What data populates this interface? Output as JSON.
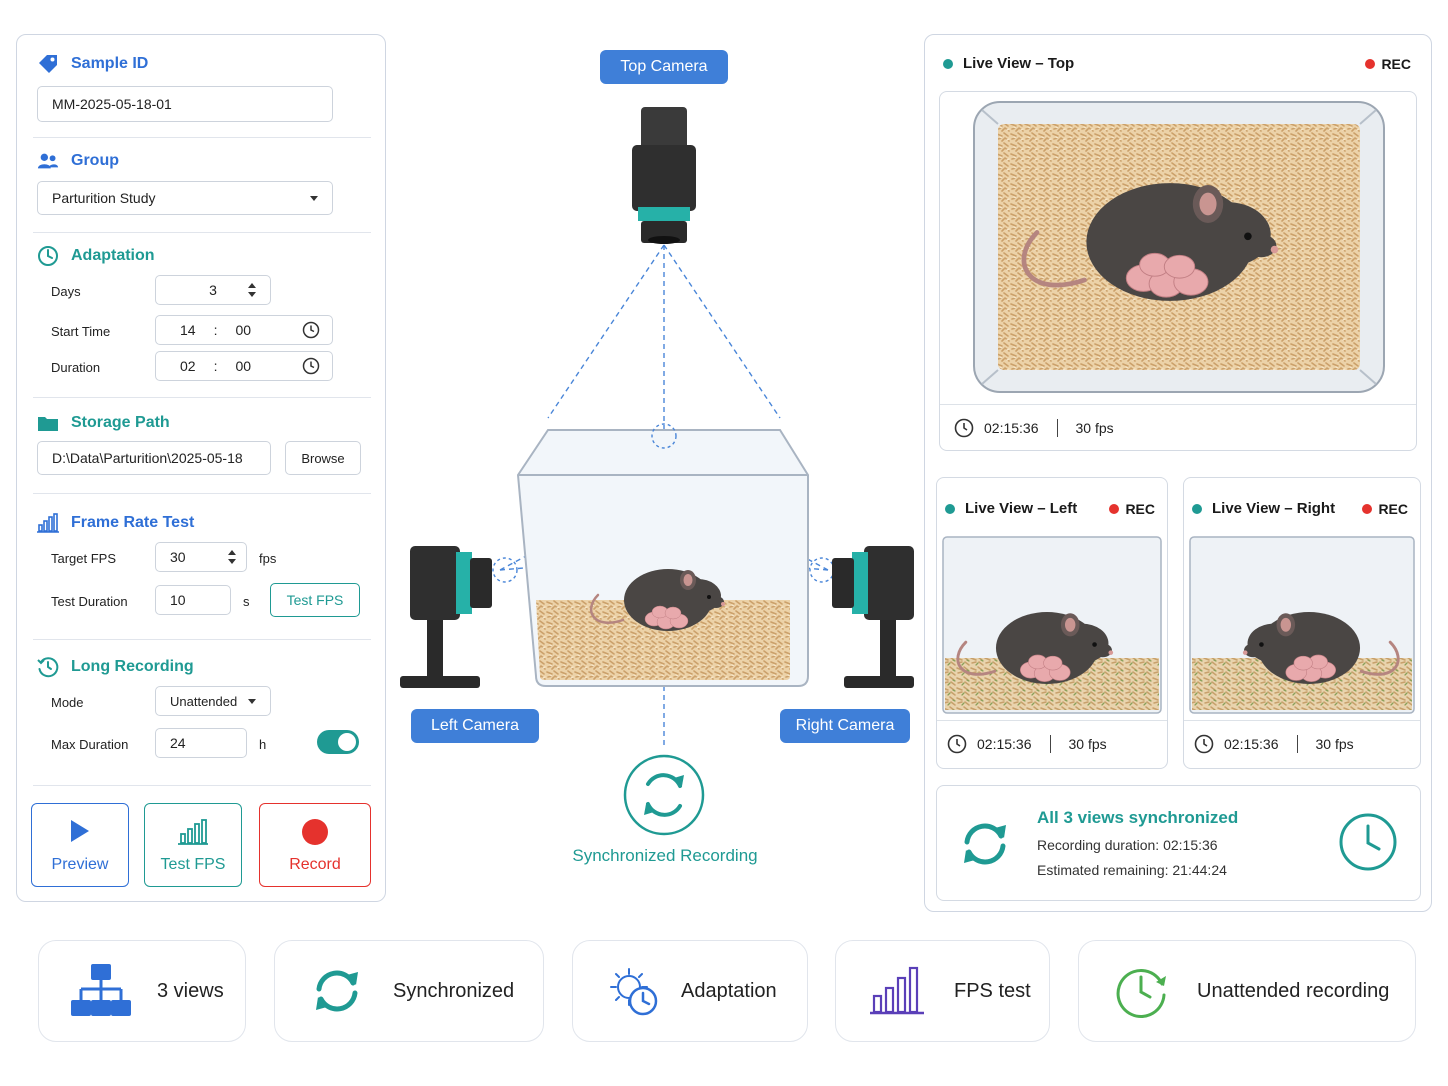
{
  "colors": {
    "blue": "#2f6fd6",
    "teal": "#1f9a93",
    "red": "#e5322d",
    "pill": "#3f7fd8",
    "purple": "#5a3fb8",
    "green": "#4caf50"
  },
  "settings": {
    "sample": {
      "title": "Sample ID",
      "value": "MM-2025-05-18-01"
    },
    "group": {
      "title": "Group",
      "value": "Parturition Study"
    },
    "adaptation": {
      "title": "Adaptation",
      "days_label": "Days",
      "days_value": "3",
      "start_label": "Start Time",
      "start_h": "14",
      "start_m": "00",
      "duration_label": "Duration",
      "dur_h": "02",
      "dur_m": "00",
      "colon": ":"
    },
    "storage": {
      "title": "Storage Path",
      "value": "D:\\Data\\Parturition\\2025-05-18",
      "browse": "Browse"
    },
    "fps_test": {
      "title": "Frame Rate Test",
      "target_label": "Target FPS",
      "target_value": "30",
      "target_unit": "fps",
      "dur_label": "Test Duration",
      "dur_value": "10",
      "dur_unit": "s",
      "button": "Test FPS"
    },
    "long": {
      "title": "Long Recording",
      "mode_label": "Mode",
      "mode_value": "Unattended",
      "max_label": "Max Duration",
      "max_value": "24",
      "max_unit": "h",
      "toggle_on": true
    },
    "actions": {
      "preview": "Preview",
      "test_fps": "Test FPS",
      "record": "Record"
    }
  },
  "diagram": {
    "top_camera": "Top Camera",
    "left_camera": "Left Camera",
    "right_camera": "Right Camera",
    "sync": "Synchronized Recording"
  },
  "live": {
    "top": {
      "title": "Live View – Top",
      "rec": "REC",
      "time": "02:15:36",
      "fps": "30 fps"
    },
    "left": {
      "title": "Live View – Left",
      "rec": "REC",
      "time": "02:15:36",
      "fps": "30 fps"
    },
    "right": {
      "title": "Live View – Right",
      "rec": "REC",
      "time": "02:15:36",
      "fps": "30 fps"
    },
    "sync": {
      "title": "All 3 views synchronized",
      "duration": "Recording duration: 02:15:36",
      "remaining": "Estimated remaining: 21:44:24"
    }
  },
  "features": [
    {
      "label": "3 views",
      "icon": "hierarchy-icon"
    },
    {
      "label": "Synchronized",
      "icon": "sync-icon"
    },
    {
      "label": "Adaptation",
      "icon": "sun-clock-icon"
    },
    {
      "label": "FPS test",
      "icon": "bar-chart-icon"
    },
    {
      "label": "Unattended recording",
      "icon": "clock-refresh-icon"
    }
  ]
}
